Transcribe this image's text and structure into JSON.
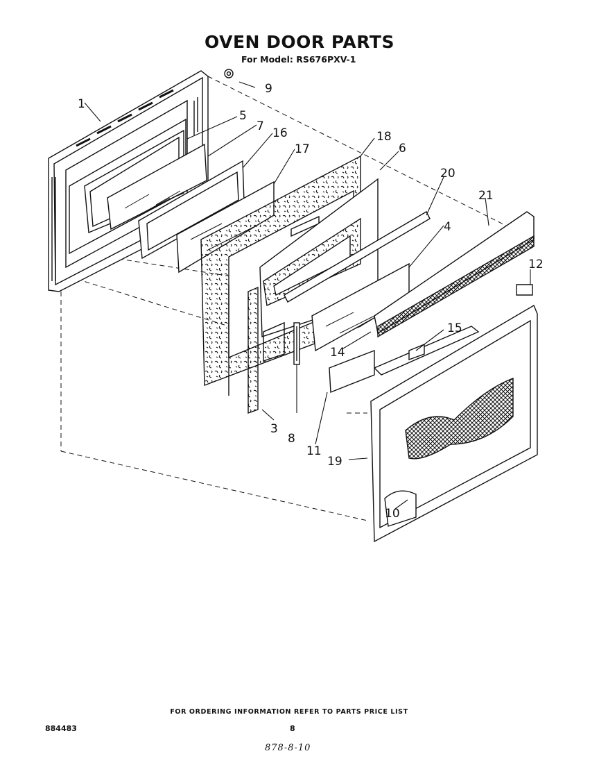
{
  "header": {
    "title": "OVEN DOOR PARTS",
    "subtitle": "For Model: RS676PXV-1"
  },
  "callouts": [
    {
      "id": "c1",
      "label": "1"
    },
    {
      "id": "c3",
      "label": "3"
    },
    {
      "id": "c4",
      "label": "4"
    },
    {
      "id": "c5",
      "label": "5"
    },
    {
      "id": "c6",
      "label": "6"
    },
    {
      "id": "c7",
      "label": "7"
    },
    {
      "id": "c8",
      "label": "8"
    },
    {
      "id": "c9",
      "label": "9"
    },
    {
      "id": "c10",
      "label": "10"
    },
    {
      "id": "c11",
      "label": "11"
    },
    {
      "id": "c12",
      "label": "12"
    },
    {
      "id": "c14",
      "label": "14"
    },
    {
      "id": "c15",
      "label": "15"
    },
    {
      "id": "c16",
      "label": "16"
    },
    {
      "id": "c17",
      "label": "17"
    },
    {
      "id": "c18",
      "label": "18"
    },
    {
      "id": "c19",
      "label": "19"
    },
    {
      "id": "c20",
      "label": "20"
    },
    {
      "id": "c21",
      "label": "21"
    }
  ],
  "footer": {
    "ordering_note": "FOR ORDERING INFORMATION REFER TO PARTS PRICE LIST",
    "document_number": "884483",
    "page_number": "8",
    "handwritten_note": "878-8-10"
  }
}
